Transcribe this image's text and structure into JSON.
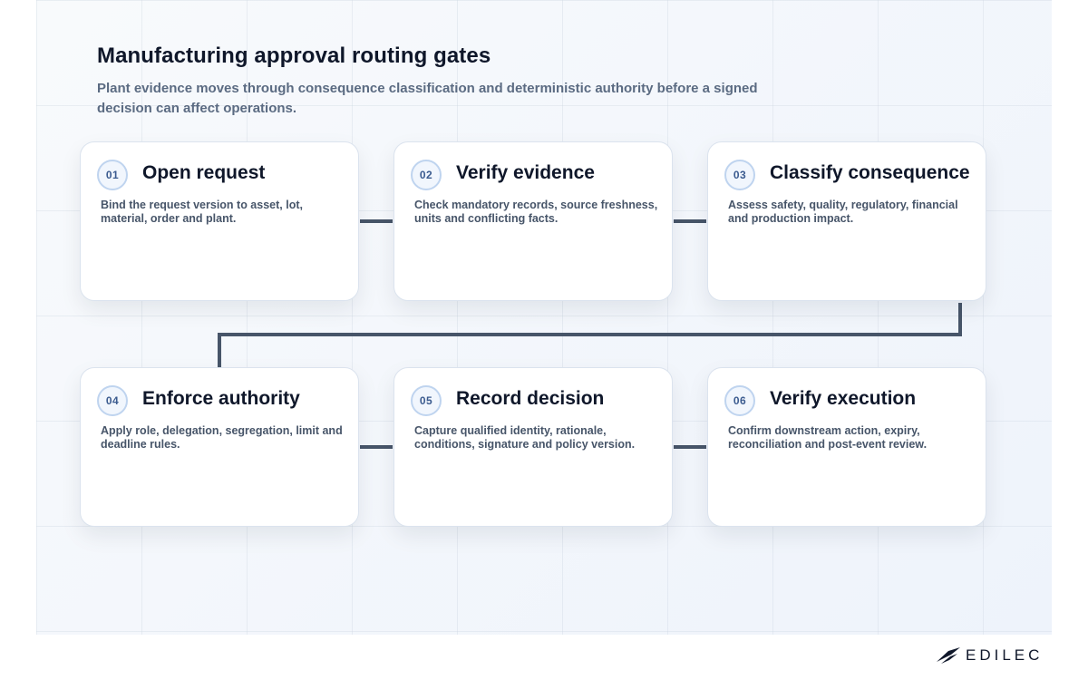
{
  "header": {
    "title": "Manufacturing approval routing gates",
    "subtitle": "Plant evidence moves through consequence classification and deterministic authority before a signed decision can affect operations."
  },
  "steps": [
    {
      "number": "01",
      "title": "Open request",
      "description": "Bind the request version to asset, lot, material, order and plant."
    },
    {
      "number": "02",
      "title": "Verify evidence",
      "description": "Check mandatory records, source freshness, units and conflicting facts."
    },
    {
      "number": "03",
      "title": "Classify consequence",
      "description": "Assess safety, quality, regulatory, financial and production impact."
    },
    {
      "number": "04",
      "title": "Enforce authority",
      "description": "Apply role, delegation, segregation, limit and deadline rules."
    },
    {
      "number": "05",
      "title": "Record decision",
      "description": "Capture qualified identity, rationale, conditions, signature and policy version."
    },
    {
      "number": "06",
      "title": "Verify execution",
      "description": "Confirm downstream action, expiry, reconciliation and post-event review."
    }
  ],
  "brand": {
    "logo_text": "EDILEC"
  },
  "colors": {
    "connector": "#475569",
    "badge_border": "#bfd4ef",
    "badge_text": "#3b5b8f",
    "card_border": "#dbe3ee"
  }
}
